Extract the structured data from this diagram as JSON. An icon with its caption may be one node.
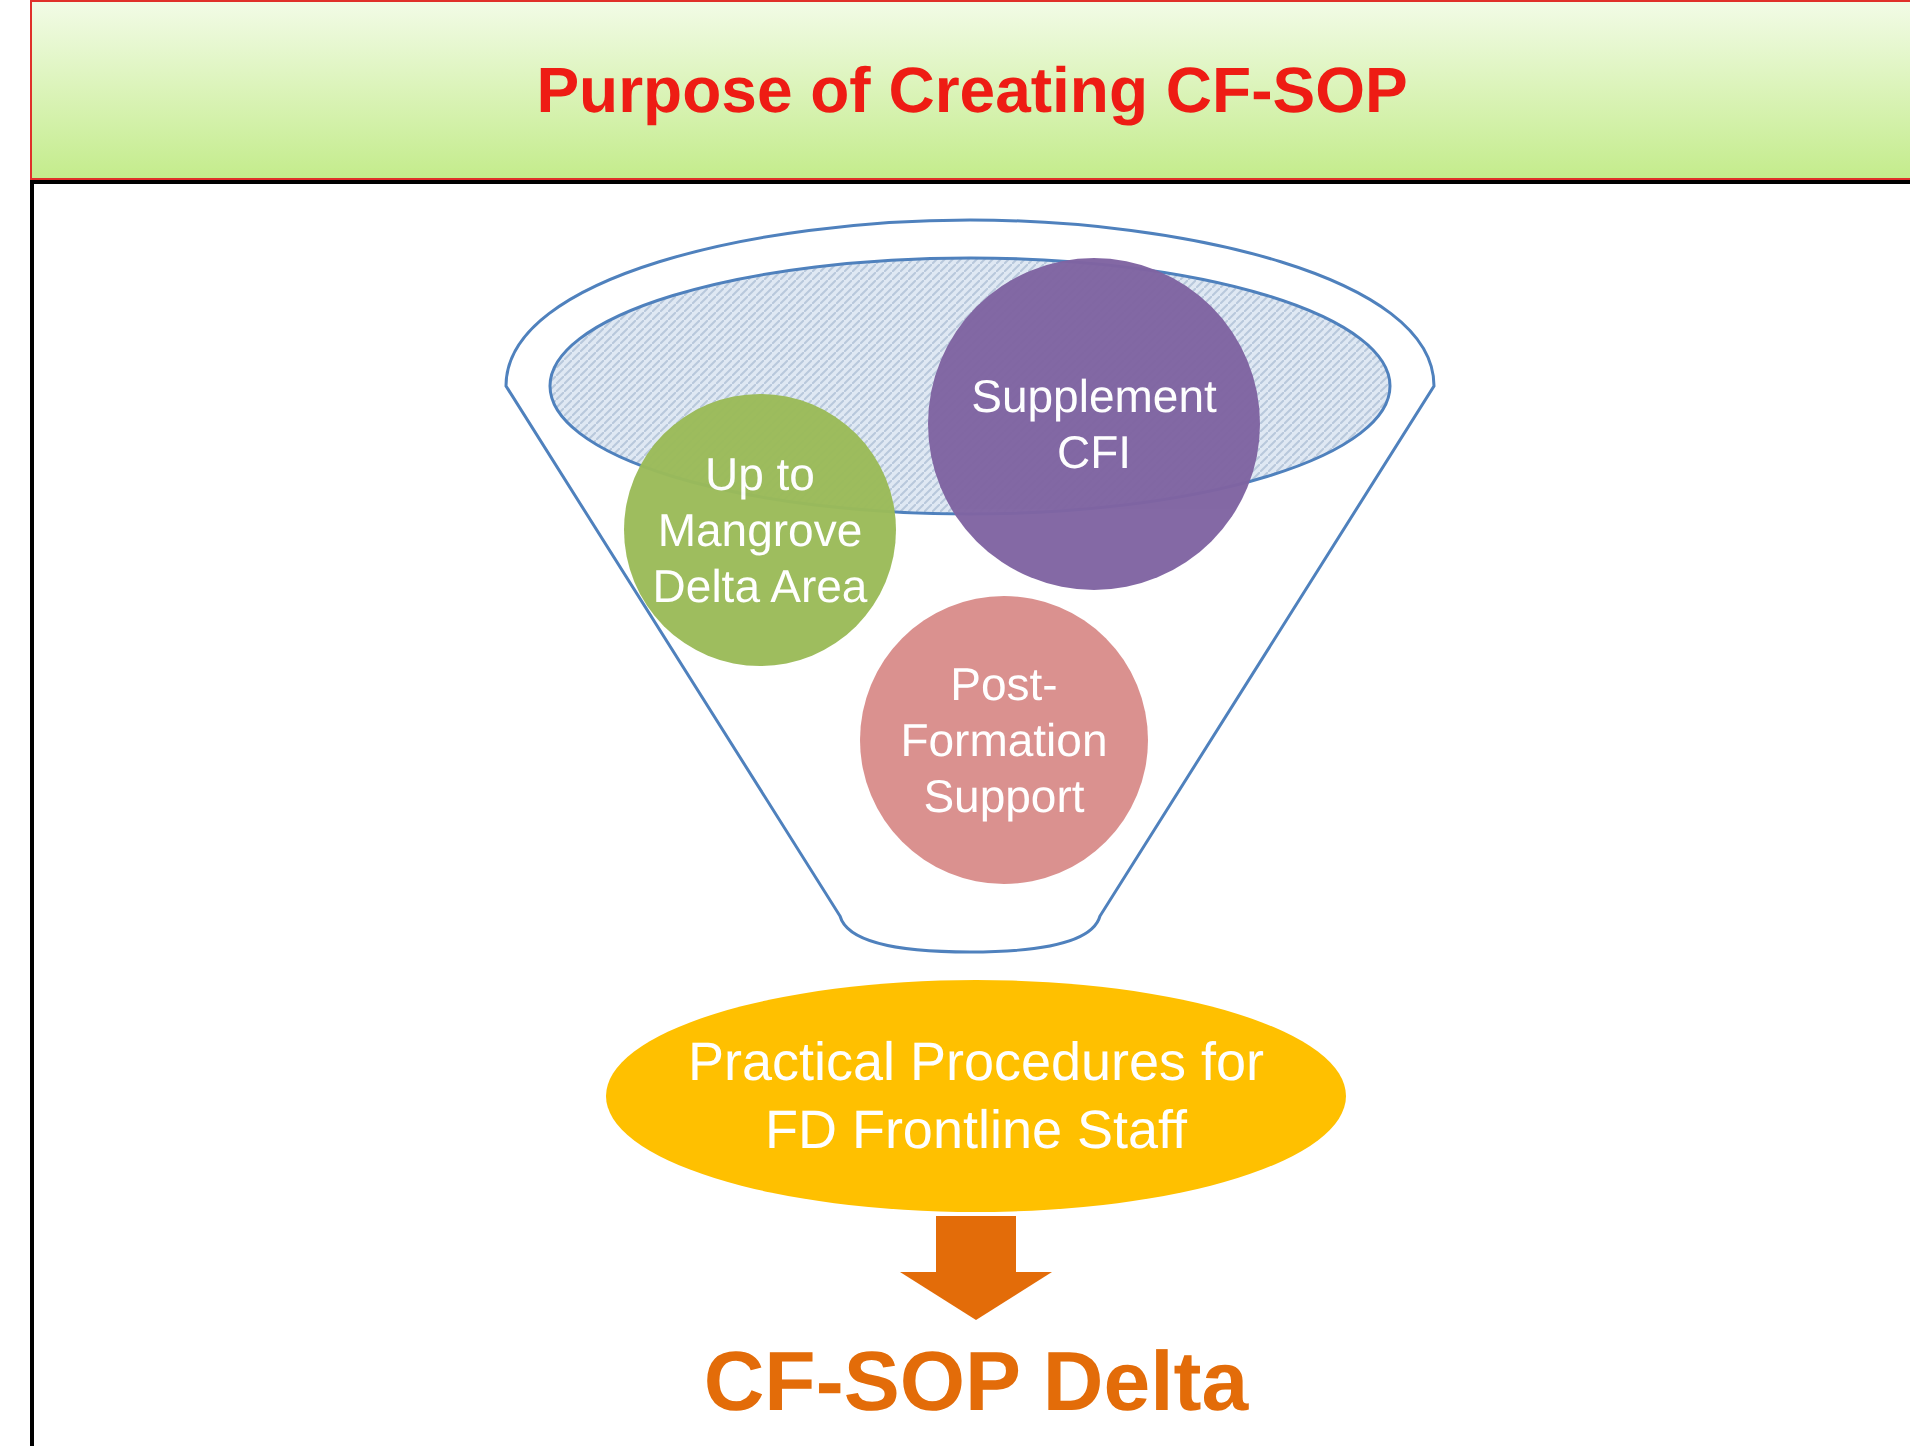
{
  "diagram": {
    "title": "Purpose of Creating CF-SOP",
    "nodes": [
      {
        "text": [],
        "shape": "funnel"
      },
      {
        "text": [
          "Up to Mangrove Delta Area"
        ],
        "in": 0
      },
      {
        "text": [
          "Supplement CFI"
        ],
        "in": 0
      },
      {
        "text": [
          "Post-Formation Support"
        ],
        "in": 0
      },
      {
        "text": [
          "Practical Procedures for FD Frontline Staff"
        ]
      },
      {
        "text": [
          "CF-SOP Delta"
        ]
      }
    ],
    "edges": [
      {
        "from": 4,
        "to": 5,
        "arrow": "to"
      }
    ]
  }
}
